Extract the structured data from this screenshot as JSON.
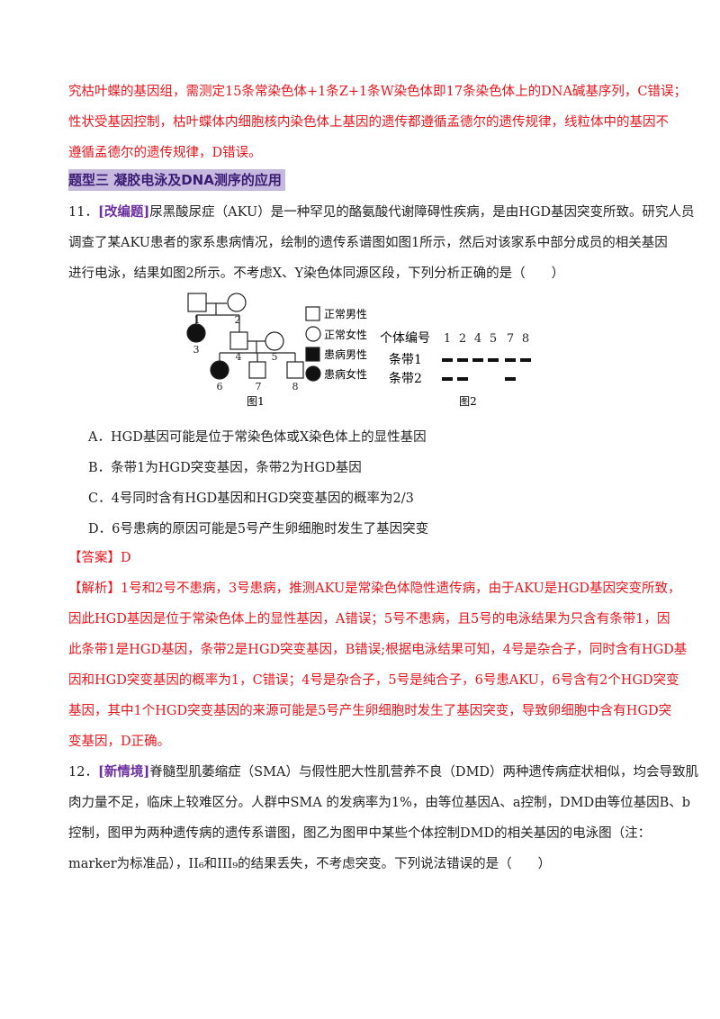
{
  "intro": {
    "line1": "究枯叶蝶的基因组，需测定15条常染色体+1条Z+1条W染色体即17条染色体上的DNA碱基序列，C错误；",
    "line2": "性状受基因控制，枯叶蝶体内细胞核内染色体上基因的遗传都遵循孟德尔的遗传规律，线粒体中的基因不",
    "line3": "遵循孟德尔的遗传规律，D错误。"
  },
  "section_title": "题型三   凝胶电泳及DNA测序的应用",
  "q11": {
    "number": "11．",
    "tag": "[改编题]",
    "line1": "尿黑酸尿症（AKU）是一种罕见的酪氨酸代谢障碍性疾病，是由HGD基因突变所致。研究人员",
    "line2": "调查了某AKU患者的家系患病情况，绘制的遗传系谱图如图1所示，然后对该家系中部分成员的相关基因",
    "line3": "进行电泳，结果如图2所示。不考虑X、Y染色体同源区段，下列分析正确的是（　　）",
    "fig1": {
      "caption": "图1",
      "ids": [
        "1",
        "2",
        "3",
        "4",
        "5",
        "6",
        "7",
        "8"
      ],
      "legend": [
        "正常男性",
        "正常女性",
        "患病男性",
        "患病女性"
      ]
    },
    "fig2": {
      "caption": "图2",
      "header": "个体编号",
      "ids": [
        "1",
        "2",
        "4",
        "5",
        "7",
        "8"
      ],
      "band1": "条带1",
      "band2": "条带2",
      "band1_present": [
        1,
        1,
        1,
        1,
        1,
        1
      ],
      "band2_present": [
        1,
        1,
        0,
        0,
        1,
        0
      ]
    },
    "options": {
      "A": "A．HGD基因可能是位于常染色体或X染色体上的显性基因",
      "B": "B．条带1为HGD突变基因，条带2为HGD基因",
      "C": "C．4号同时含有HGD基因和HGD突变基因的概率为2/3",
      "D": "D．6号患病的原因可能是5号产生卵细胞时发生了基因突变"
    },
    "answer_label": "【答案】",
    "answer": "D",
    "analysis_label": "【解析】",
    "analysis": [
      "1号和2号不患病，3号患病，推测AKU是常染色体隐性遗传病，由于AKU是HGD基因突变所致，",
      "因此HGD基因是位于常染色体上的显性基因，A错误；5号不患病，且5号的电泳结果为只含有条带1，因",
      "此条带1是HGD基因，条带2是HGD突变基因，B错误;根据电泳结果可知，4号是杂合子，同时含有HGD基",
      "因和HGD突变基因的概率为1，C错误；4号是杂合子，5号是纯合子，6号患AKU，6号含有2个HGD突变",
      "基因，其中1个HGD突变基因的来源可能是5号产生卵细胞时发生了基因突变，导致卵细胞中含有HGD突",
      "变基因，D正确。"
    ]
  },
  "q12": {
    "number": "12．",
    "tag": "[新情境]",
    "line1": "脊髓型肌萎缩症（SMA）与假性肥大性肌营养不良（DMD）两种遗传病症状相似，均会导致肌",
    "line2": "肉力量不足，临床上较难区分。人群中SMA 的发病率为1%，由等位基因A、a控制，DMD由等位基因B、b",
    "line3": "控制，图甲为两种遗传病的遗传系谱图，图乙为图甲中某些个体控制DMD的相关基因的电泳图（注：",
    "line4": "marker为标准品），II₆和III₉的结果丢失，不考虑突变。下列说法错误的是（　　）"
  }
}
